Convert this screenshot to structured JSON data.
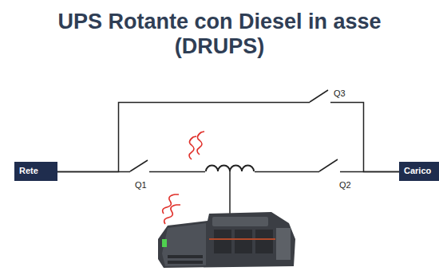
{
  "diagram": {
    "title": "UPS Rotante con Diesel in asse (DRUPS)",
    "nodes": [
      {
        "text": [
          "Rete"
        ]
      },
      {
        "text": [
          "Carico"
        ]
      }
    ],
    "edges": [
      {
        "from": 0,
        "to": 1,
        "arrow": "none"
      },
      {
        "from": 0,
        "to": 1,
        "arrow": "none"
      }
    ],
    "labels": [
      "Q3",
      "Q1",
      "Q2"
    ]
  }
}
